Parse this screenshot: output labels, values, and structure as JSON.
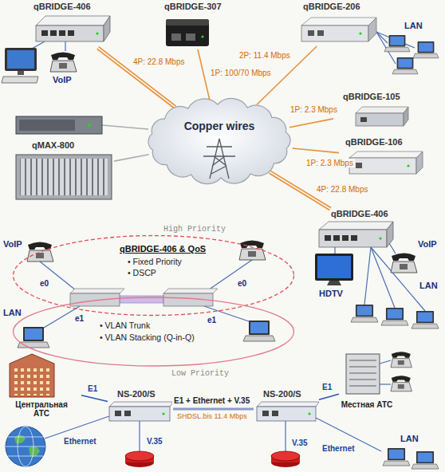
{
  "diagram": {
    "nodes": [
      {
        "text": [
          "qBRIDGE-406"
        ]
      },
      {
        "text": [
          "qBRIDGE-307"
        ]
      },
      {
        "text": [
          "qBRIDGE-206"
        ]
      },
      {
        "text": [
          "qBRIDGE-105"
        ]
      },
      {
        "text": [
          "Copper wires"
        ]
      },
      {
        "text": [
          "qMAX-800"
        ]
      },
      {
        "text": [
          "qBRIDGE-106"
        ]
      },
      {
        "text": [
          "qBRIDGE-406"
        ]
      },
      {
        "text": [
          "High Priority",
          "qBRIDGE-406 & QoS",
          "• Fixed Priority",
          "• DSCP"
        ]
      },
      {
        "text": [
          "• VLAN Trunk",
          "• VLAN Stacking (Q-in-Q)",
          "Low Priority"
        ]
      },
      {
        "text": [
          "Центральная АТС"
        ]
      },
      {
        "text": [
          "NS-200/S"
        ]
      },
      {
        "text": [
          "NS-200/S"
        ]
      },
      {
        "text": [
          "Местная АТС"
        ]
      }
    ],
    "edges": [
      {
        "from": 0,
        "to": 4,
        "label": "4P: 22.8 Mbps",
        "arrow": "none"
      },
      {
        "from": 1,
        "to": 4,
        "label": "1P: 100/70 Mbps",
        "arrow": "none"
      },
      {
        "from": 2,
        "to": 4,
        "label": "2P: 11.4 Mbps",
        "arrow": "none"
      },
      {
        "from": 3,
        "to": 4,
        "label": "1P: 2.3 Mbps",
        "arrow": "none"
      },
      {
        "from": 5,
        "to": 4,
        "arrow": "none"
      },
      {
        "from": 6,
        "to": 4,
        "label": "1P: 2.3 Mbps",
        "arrow": "none"
      },
      {
        "from": 7,
        "to": 4,
        "label": "4P: 22.8 Mbps",
        "arrow": "none"
      },
      {
        "from": 10,
        "to": 11,
        "label": "E1",
        "arrow": "none"
      },
      {
        "from": 11,
        "to": 12,
        "label": "E1 + Ethernet + V.35",
        "arrow": "none"
      },
      {
        "from": 12,
        "to": 13,
        "label": "E1",
        "arrow": "none"
      }
    ],
    "labels": [
      "VoIP",
      "LAN",
      "VoIP",
      "HDTV",
      "LAN",
      "VoIP",
      "e0",
      "e0",
      "LAN",
      "e1",
      "e1",
      "Ethernet",
      "V.35",
      "SHDSL.bis 11.4 Mbps",
      "Ethernet",
      "V.35",
      "LAN"
    ]
  }
}
